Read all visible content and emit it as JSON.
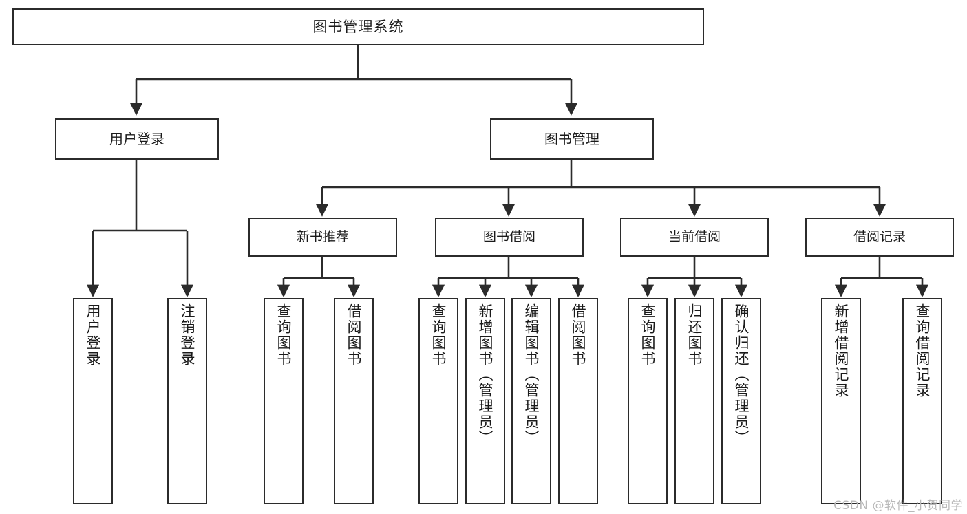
{
  "diagram": {
    "title": "图书管理系统",
    "type": "tree-hierarchy",
    "watermark": "CSDN @软件_小贺同学",
    "colors": {
      "box_border": "#2b2b2b",
      "box_fill": "#ffffff",
      "connector": "#2b2b2b",
      "text": "#1a1a1a",
      "watermark": "#b9b9b9"
    },
    "root": {
      "label": "图书管理系统"
    },
    "level2": [
      {
        "label": "用户登录"
      },
      {
        "label": "图书管理"
      }
    ],
    "level3": [
      {
        "label": "新书推荐"
      },
      {
        "label": "图书借阅"
      },
      {
        "label": "当前借阅"
      },
      {
        "label": "借阅记录"
      }
    ],
    "leaves": {
      "user_login": [
        {
          "label": "用户登录"
        },
        {
          "label": "注销登录"
        }
      ],
      "new_book_recommend": [
        {
          "label": "查询图书"
        },
        {
          "label": "借阅图书"
        }
      ],
      "book_borrow": [
        {
          "label": "查询图书"
        },
        {
          "label": "新增图书（管理员）"
        },
        {
          "label": "编辑图书（管理员）"
        },
        {
          "label": "借阅图书"
        }
      ],
      "current_borrow": [
        {
          "label": "查询图书"
        },
        {
          "label": "归还图书"
        },
        {
          "label": "确认归还（管理员）"
        }
      ],
      "borrow_record": [
        {
          "label": "新增借阅记录"
        },
        {
          "label": "查询借阅记录"
        }
      ]
    }
  }
}
